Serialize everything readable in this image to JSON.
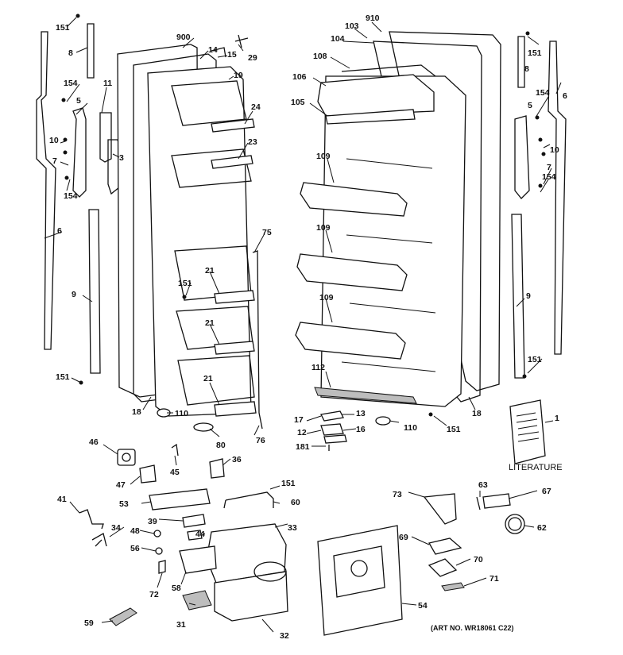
{
  "diagram": {
    "literature_label": "LITERATURE",
    "art_number": "(ART NO. WR18061 C22)",
    "callouts": [
      {
        "id": "c-151a",
        "text": "151"
      },
      {
        "id": "c-8a",
        "text": "8"
      },
      {
        "id": "c-154a",
        "text": "154"
      },
      {
        "id": "c-11",
        "text": "11"
      },
      {
        "id": "c-5a",
        "text": "5"
      },
      {
        "id": "c-10a",
        "text": "10"
      },
      {
        "id": "c-3",
        "text": "3"
      },
      {
        "id": "c-7a",
        "text": "7"
      },
      {
        "id": "c-154b",
        "text": "154"
      },
      {
        "id": "c-6a",
        "text": "6"
      },
      {
        "id": "c-9a",
        "text": "9"
      },
      {
        "id": "c-151b",
        "text": "151"
      },
      {
        "id": "c-900",
        "text": "900"
      },
      {
        "id": "c-14",
        "text": "14"
      },
      {
        "id": "c-15",
        "text": "15"
      },
      {
        "id": "c-29",
        "text": "29"
      },
      {
        "id": "c-19",
        "text": "19"
      },
      {
        "id": "c-24",
        "text": "24"
      },
      {
        "id": "c-23",
        "text": "23"
      },
      {
        "id": "c-75",
        "text": "75"
      },
      {
        "id": "c-151c",
        "text": "151"
      },
      {
        "id": "c-21a",
        "text": "21"
      },
      {
        "id": "c-21b",
        "text": "21"
      },
      {
        "id": "c-21c",
        "text": "21"
      },
      {
        "id": "c-18a",
        "text": "18"
      },
      {
        "id": "c-110a",
        "text": "110"
      },
      {
        "id": "c-80",
        "text": "80"
      },
      {
        "id": "c-76",
        "text": "76"
      },
      {
        "id": "c-910",
        "text": "910"
      },
      {
        "id": "c-103",
        "text": "103"
      },
      {
        "id": "c-104",
        "text": "104"
      },
      {
        "id": "c-108",
        "text": "108"
      },
      {
        "id": "c-106",
        "text": "106"
      },
      {
        "id": "c-105",
        "text": "105"
      },
      {
        "id": "c-109a",
        "text": "109"
      },
      {
        "id": "c-109b",
        "text": "109"
      },
      {
        "id": "c-109c",
        "text": "109"
      },
      {
        "id": "c-112",
        "text": "112"
      },
      {
        "id": "c-17",
        "text": "17"
      },
      {
        "id": "c-13",
        "text": "13"
      },
      {
        "id": "c-12",
        "text": "12"
      },
      {
        "id": "c-16",
        "text": "16"
      },
      {
        "id": "c-181",
        "text": "181"
      },
      {
        "id": "c-110b",
        "text": "110"
      },
      {
        "id": "c-151d",
        "text": "151"
      },
      {
        "id": "c-18b",
        "text": "18"
      },
      {
        "id": "c-151e",
        "text": "151"
      },
      {
        "id": "c-8b",
        "text": "8"
      },
      {
        "id": "c-6b",
        "text": "6"
      },
      {
        "id": "c-154c",
        "text": "154"
      },
      {
        "id": "c-5b",
        "text": "5"
      },
      {
        "id": "c-10b",
        "text": "10"
      },
      {
        "id": "c-7b",
        "text": "7"
      },
      {
        "id": "c-154d",
        "text": "154"
      },
      {
        "id": "c-9b",
        "text": "9"
      },
      {
        "id": "c-151f",
        "text": "151"
      },
      {
        "id": "c-1",
        "text": "1"
      },
      {
        "id": "c-46",
        "text": "46"
      },
      {
        "id": "c-45",
        "text": "45"
      },
      {
        "id": "c-36",
        "text": "36"
      },
      {
        "id": "c-47",
        "text": "47"
      },
      {
        "id": "c-151g",
        "text": "151"
      },
      {
        "id": "c-41",
        "text": "41"
      },
      {
        "id": "c-53",
        "text": "53"
      },
      {
        "id": "c-60",
        "text": "60"
      },
      {
        "id": "c-34",
        "text": "34"
      },
      {
        "id": "c-39",
        "text": "39"
      },
      {
        "id": "c-44",
        "text": "44"
      },
      {
        "id": "c-48",
        "text": "48"
      },
      {
        "id": "c-33",
        "text": "33"
      },
      {
        "id": "c-56",
        "text": "56"
      },
      {
        "id": "c-58",
        "text": "58"
      },
      {
        "id": "c-72",
        "text": "72"
      },
      {
        "id": "c-31",
        "text": "31"
      },
      {
        "id": "c-59",
        "text": "59"
      },
      {
        "id": "c-32",
        "text": "32"
      },
      {
        "id": "c-73",
        "text": "73"
      },
      {
        "id": "c-63",
        "text": "63"
      },
      {
        "id": "c-67",
        "text": "67"
      },
      {
        "id": "c-62",
        "text": "62"
      },
      {
        "id": "c-69",
        "text": "69"
      },
      {
        "id": "c-70",
        "text": "70"
      },
      {
        "id": "c-71",
        "text": "71"
      },
      {
        "id": "c-54",
        "text": "54"
      }
    ]
  }
}
